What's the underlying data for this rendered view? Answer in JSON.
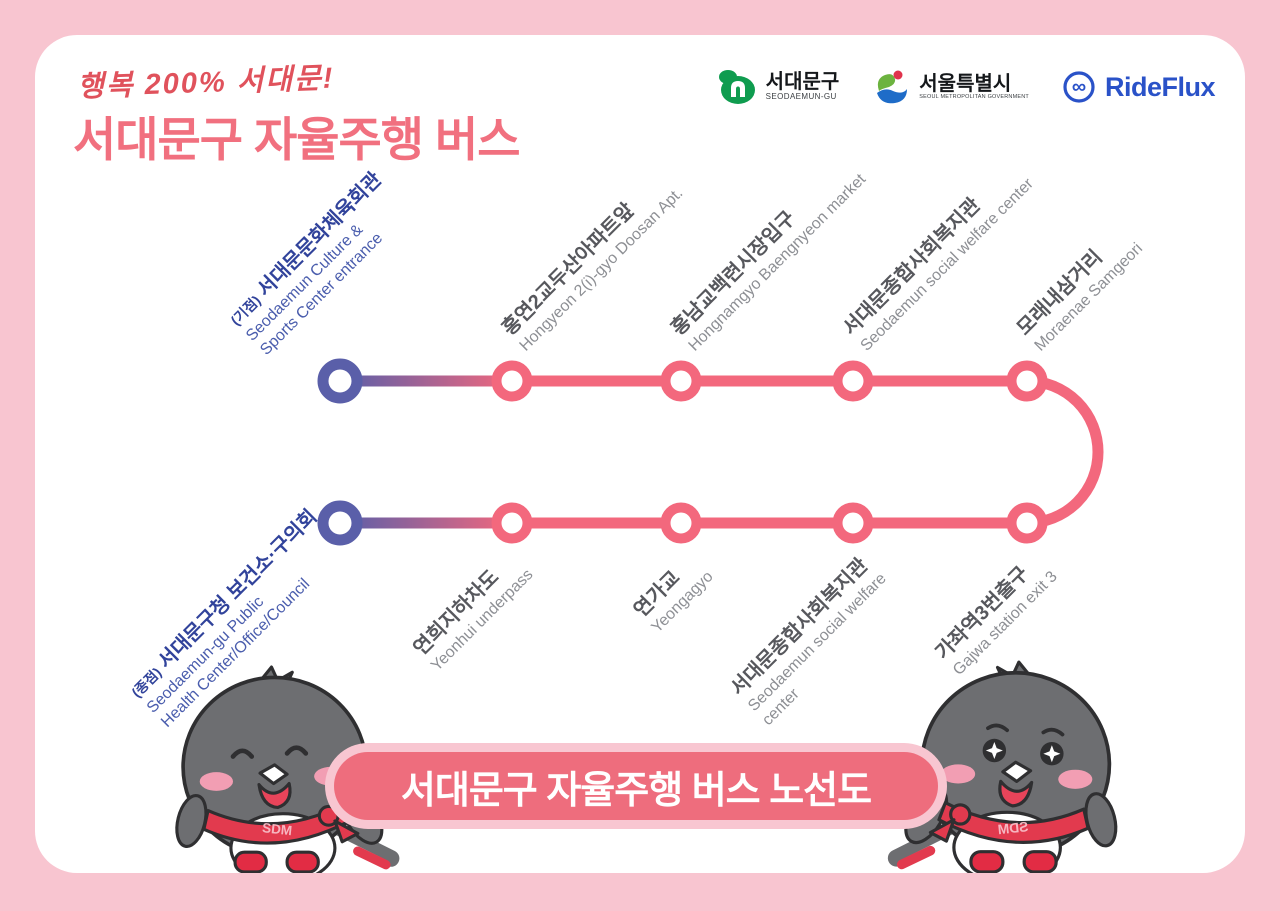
{
  "header": {
    "script_logo": "행복 200% 서대문!",
    "title": "서대문구 자율주행 버스"
  },
  "partners": [
    {
      "kr": "서대문구",
      "en": "SEODAEMUN-GU"
    },
    {
      "kr": "서울특별시",
      "en": "SEOUL METROPOLITAN GOVERNMENT"
    },
    {
      "name": "RideFlux"
    }
  ],
  "route": {
    "top": {
      "terminal": {
        "badge": "(기점)",
        "kr": "서대문문화체육회관",
        "en1": "Seodaemun Culture &",
        "en2": "Sports Center entrance"
      },
      "stations": [
        {
          "kr": "홍연2교두산아파트앞",
          "en": "Hongyeon 2(i)-gyo Doosan Apt."
        },
        {
          "kr": "홍남교백련시장입구",
          "en": "Hongnamgyo Baengnyeon market"
        },
        {
          "kr": "서대문종합사회복지관",
          "en": "Seodaemun social welfare center"
        },
        {
          "kr": "모래내삼거리",
          "en": "Moraenae Samgeori"
        }
      ]
    },
    "bottom": {
      "terminal": {
        "badge": "(종점)",
        "kr": "서대문구청 보건소·구의회",
        "en1": "Seodaemun-gu Public",
        "en2": "Health Center/Office/Council"
      },
      "stations": [
        {
          "kr": "연희지하차도",
          "en": "Yeonhui underpass"
        },
        {
          "kr": "연가교",
          "en": "Yeongagyo"
        },
        {
          "kr": "서대문종합사회복지관",
          "en": "Seodaemun social welfare",
          "en2": "center"
        },
        {
          "kr": "가좌역3번출구",
          "en": "Gajwa station exit 3"
        }
      ]
    }
  },
  "footer": {
    "banner": "서대문구 자율주행 버스 노선도",
    "scarf_text": "SDM"
  },
  "colors": {
    "bg_pink": "#f8c5d0",
    "title_pink": "#f1707f",
    "script_red": "#e0525c",
    "route_pink": "#f3687d",
    "route_indigo": "#5a5fa9",
    "label_gray": "#57585d",
    "label_gray_light": "#8d8f94",
    "label_blue": "#31439b",
    "label_blue_light": "#4a5dad",
    "banner_pink": "#ee6d7d",
    "banner_outer": "#f8c6d1",
    "rideflux_blue": "#2a52c8",
    "seodaemun_green": "#0f9c4f"
  }
}
